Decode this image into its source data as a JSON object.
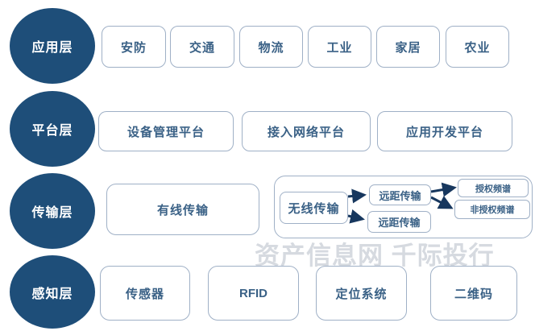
{
  "watermark": {
    "text": "资产信息网 千际投行"
  },
  "layers": {
    "application": {
      "label": "应用层",
      "items": [
        "安防",
        "交通",
        "物流",
        "工业",
        "家居",
        "农业"
      ]
    },
    "platform": {
      "label": "平台层",
      "items": [
        "设备管理平台",
        "接入网络平台",
        "应用开发平台"
      ]
    },
    "transport": {
      "label": "传输层",
      "wired": "有线传输",
      "wireless": "无线传输",
      "wireless_branches": [
        "远距传输",
        "远距传输"
      ],
      "spectrum": [
        "授权频谱",
        "非授权频谱"
      ]
    },
    "perception": {
      "label": "感知层",
      "items": [
        "传感器",
        "RFID",
        "定位系统",
        "二维码"
      ]
    }
  },
  "colors": {
    "layer_circle": "#1E4E79",
    "circle_text": "#FFFFFF",
    "box_border": "#9FB0C6",
    "box_text": "#3A6186",
    "connector": "#17375E",
    "watermark": "#D6DAE0",
    "background": "#FFFFFF"
  }
}
